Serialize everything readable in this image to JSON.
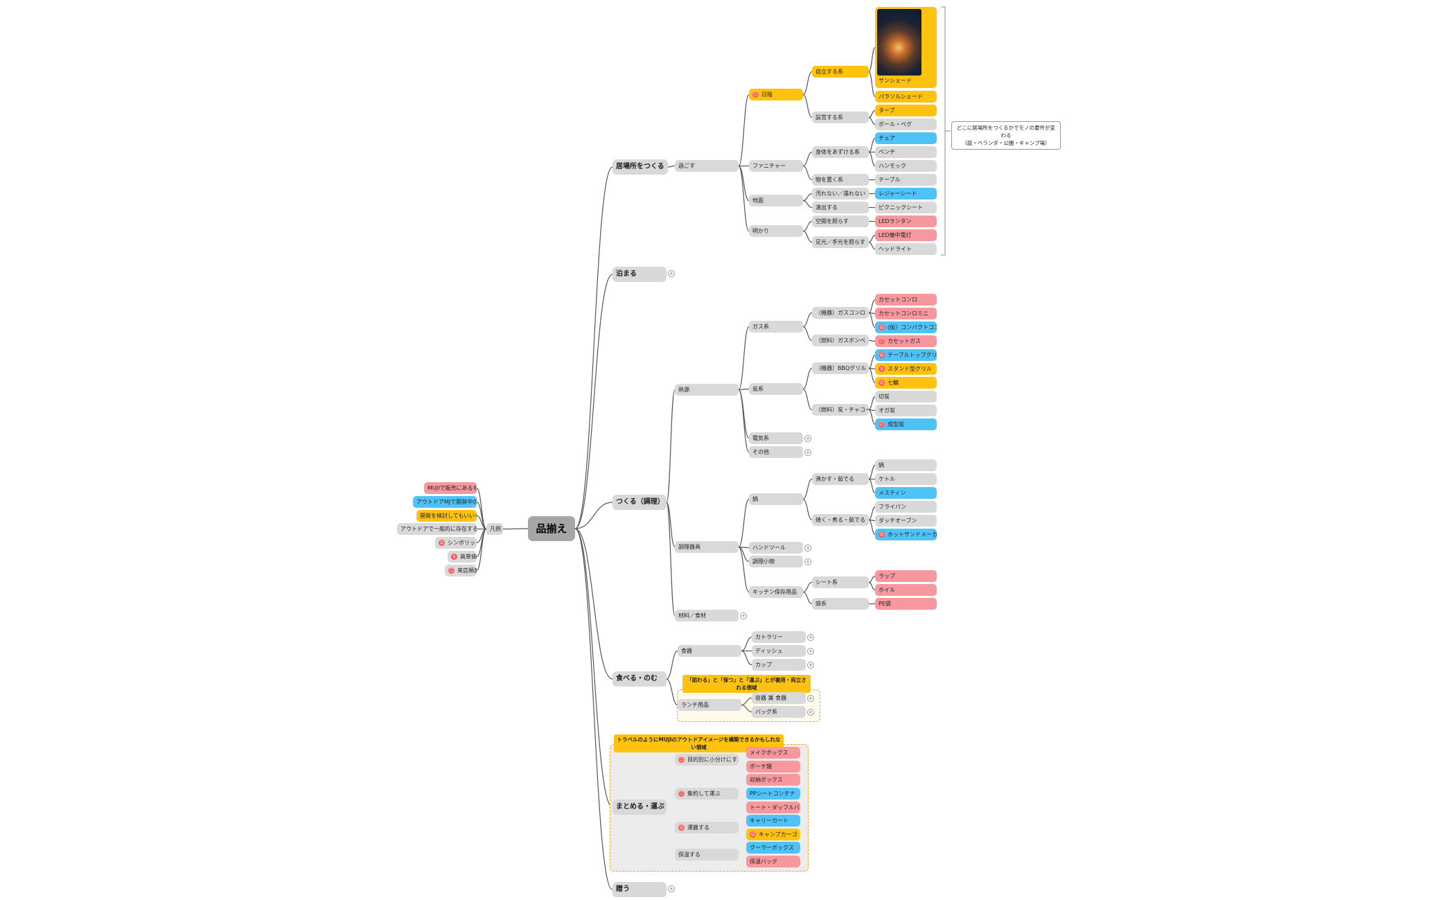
{
  "root": "品揃え",
  "legend": {
    "hub": "凡例",
    "items": [
      {
        "label": "MUJIで販売にあるもの",
        "color": "pink",
        "icon": ""
      },
      {
        "label": "アウトドアMJで開発中のもの",
        "color": "blue",
        "icon": ""
      },
      {
        "label": "開発を検討してもいいもの",
        "color": "yellow",
        "icon": ""
      },
      {
        "label": "アウトドアで一般的に存在する分類",
        "color": "plain",
        "icon": ""
      },
      {
        "label": "シンボリック",
        "color": "plain",
        "icon": "☺"
      },
      {
        "label": "高単価",
        "color": "plain",
        "icon": "$"
      },
      {
        "label": "来店頻度",
        "color": "plain",
        "icon": "〇"
      }
    ]
  },
  "main_topics": [
    "居場所をつくる",
    "泊まる",
    "つくる（調理）",
    "食べる・のむ",
    "まとめる・運ぶ",
    "贈う"
  ],
  "nodes": {
    "sugosu": "過ごす",
    "hikage": "日陰",
    "jiritsu": "自立する系",
    "sunshade": "サンシェード",
    "parasol": "パラソルシェード",
    "secchi": "設営する系",
    "tarp": "タープ",
    "pole": "ポール・ペグ",
    "furniture": "ファニチャー",
    "shintai": "身体をあずける系",
    "chair": "チェア",
    "bench": "ベンチ",
    "hammock": "ハンモック",
    "monooku": "物を置く系",
    "table": "テーブル",
    "jimen": "地面",
    "yogorenai": "汚れない／濡れない",
    "leisure": "レジャーシート",
    "enshutsu": "演出する",
    "picnic": "ピクニックシート",
    "akari": "明かり",
    "kukan": "空間を照らす",
    "led_lantern": "LEDランタン",
    "ashimoto": "足元／手元を照らす",
    "led_light": "LED懐中電灯",
    "headlight": "ヘッドライト",
    "netsugen": "熱源",
    "gaskei": "ガス系",
    "gas_stove": "（機器）ガスコンロ",
    "cassette_konro": "カセットコンロ",
    "cassette_mini": "カセットコンロミニ",
    "compact": "(仮）コンパクトコンロ",
    "gas_bombe": "（燃料）ガスボンベ",
    "cassette_gas": "カセットガス",
    "sumikei": "炭系",
    "bbq": "（機器）BBQグリル",
    "tabletop": "テーブルトップグリル",
    "stand": "スタンド型グリル",
    "shichirin": "七輪",
    "charcoal": "（燃料）炭・チャコール",
    "kirizumi": "切炭",
    "ogatan": "オガ炭",
    "seikeitan": "成型炭",
    "denki": "電気系",
    "sonota": "その他",
    "chori_kigu": "調理器具",
    "nabe": "鍋",
    "wakasu": "沸かす・茹でる",
    "nabe2": "鍋",
    "kettle": "ケトル",
    "mestin": "メスティン",
    "yaku": "焼く・煮る・茹でる",
    "frypan": "フライパン",
    "dutch": "ダッチオーブン",
    "hotsand": "ホットサンドメーカー",
    "handtool": "ハンドツール",
    "chori_komono": "調理小物",
    "kitchen": "キッチン保存用品",
    "sheetkei": "シート系",
    "wrap": "ラップ",
    "foil": "ホイル",
    "fukuro": "袋系",
    "poly": "PE袋",
    "zairyo": "材料／食材",
    "shokki": "食器",
    "cutlery": "カトラリー",
    "dish": "ディッシュ",
    "cup": "カップ",
    "lunch": "ランチ用品",
    "yoki": "容器 兼 食器",
    "bag": "バッグ系",
    "mokuteki": "目的別に小分けにする",
    "makeup": "メイクボックス",
    "pouch": "ポーチ類",
    "shuyaku": "集約して運ぶ",
    "shunou": "収納ボックス",
    "pp_container": "PPシートコンテナ",
    "tote": "トート・ダッフルバッグ",
    "unpan": "運搬する",
    "carry": "キャリーカート",
    "cargo": "キャンプカーゴ",
    "hoon": "保温する",
    "cooler": "クーラーボックス",
    "hoon_bag": "保温バッグ"
  },
  "annotations": {
    "callout": "どこに居場所をつくるかでモノの要件が変わる\n（庭・ベランダ・公園・キャンプ場）",
    "lunch_label": "「詰わる」と「保つ」と「運ぶ」とが複用・両立される領域",
    "carry_label": "トラベルのようにMUJIのアウトドアイメージを構築できるかもしれない領域"
  },
  "colors": {
    "pink": "#f6989d",
    "blue": "#4fc3f7",
    "yellow": "#ffc20e",
    "plain": "#d9d9d9",
    "root": "#a6a6a6",
    "icon": "#ff5a5a"
  },
  "icons": {
    "face": "☺",
    "yen": "$",
    "circle": "〇",
    "plus": "+"
  }
}
